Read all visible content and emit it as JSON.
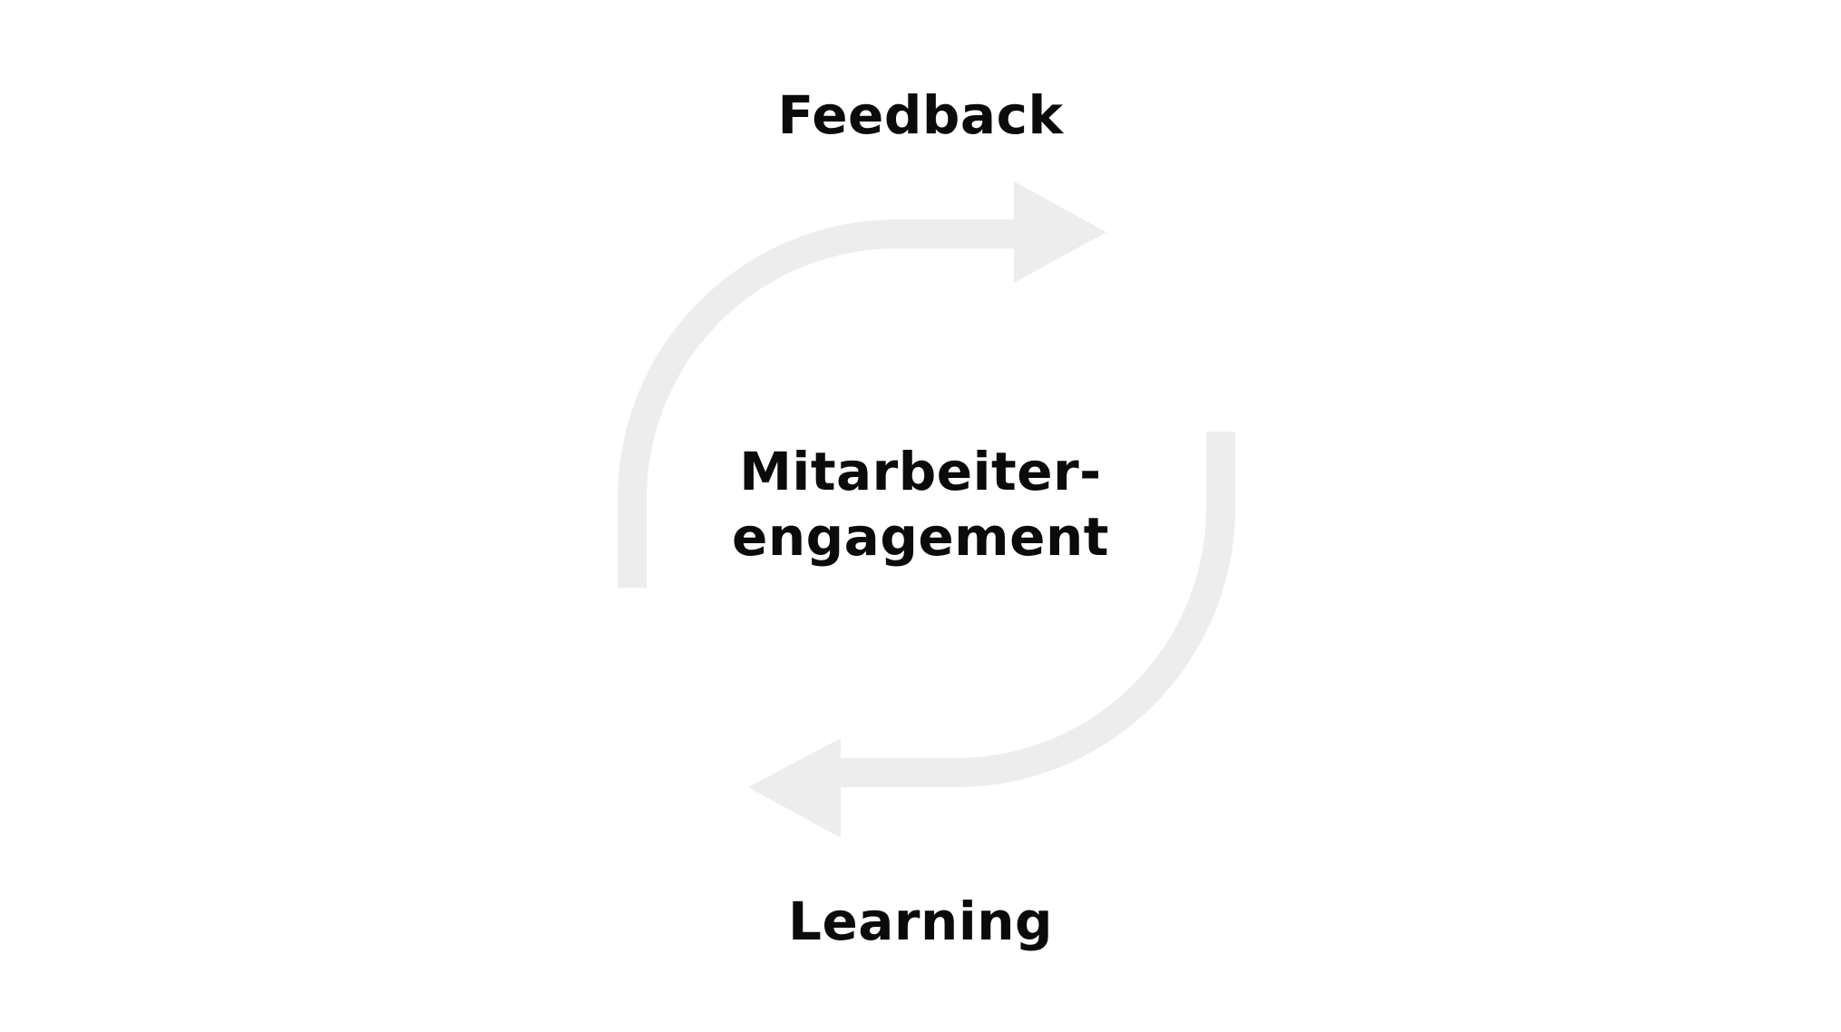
{
  "labels": {
    "top": "Feedback",
    "center_line1": "Mitarbeiter-",
    "center_line2": "engagement",
    "bottom": "Learning"
  },
  "colors": {
    "background": "#ffffff",
    "arrow": "#ededed",
    "text": "#0b0b0b"
  },
  "icons": {
    "top_arrow": "curved-arrow-right-icon",
    "bottom_arrow": "curved-arrow-left-icon"
  }
}
